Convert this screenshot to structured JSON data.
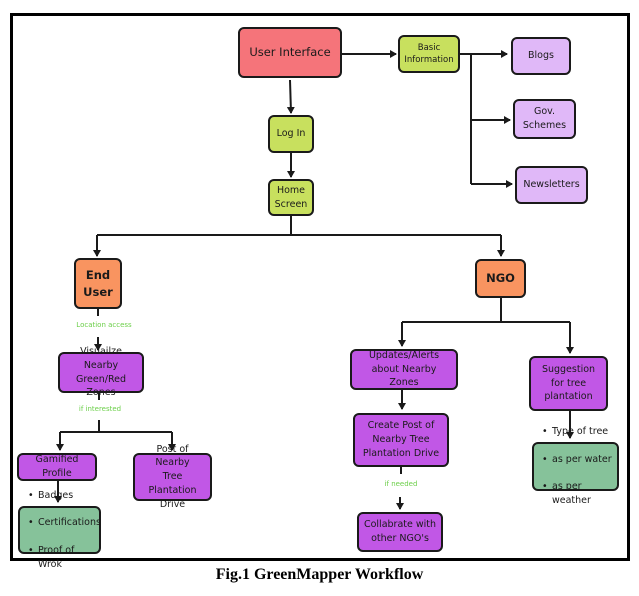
{
  "caption": "Fig.1 GreenMapper Workflow",
  "nodes": {
    "user_interface": "User Interface",
    "basic_information": "Basic\nInformation",
    "blogs": "Blogs",
    "gov_schemes": "Gov.\nSchemes",
    "newsletters": "Newsletters",
    "log_in": "Log In",
    "home_screen": "Home\nScreen",
    "end_user": "End\nUser",
    "ngo": "NGO",
    "visualize_zones": "Visuailze Nearby\nGreen/Red Zones",
    "gamified_profile": "Gamified Profile",
    "post_plantation_drive": "Post of Nearby\nTree Plantation\nDrive",
    "profile_rewards": [
      "Badges",
      "Certifications",
      "Proof of Wrok"
    ],
    "updates_alerts": "Updates/Alerts\nabout Nearby Zones",
    "create_post": "Create Post of\nNearby Tree\nPlantation Drive",
    "collaborate": "Collabrate with\nother NGO's",
    "suggestion": "Suggestion\nfor tree\nplantation",
    "suggestion_factors": [
      "Type of tree",
      "as per water",
      "as per weather"
    ]
  },
  "edge_labels": {
    "location_access": "Location access",
    "if_interested": "if interested",
    "if_needed": "if needed"
  },
  "colors": {
    "ui_node": "#f5747a",
    "step_node": "#c8e05e",
    "info_node": "#e0b8f8",
    "role_node": "#f99460",
    "feature_node": "#c157e6",
    "detail_node": "#86c29a",
    "edge_label": "#6ccf4a"
  }
}
